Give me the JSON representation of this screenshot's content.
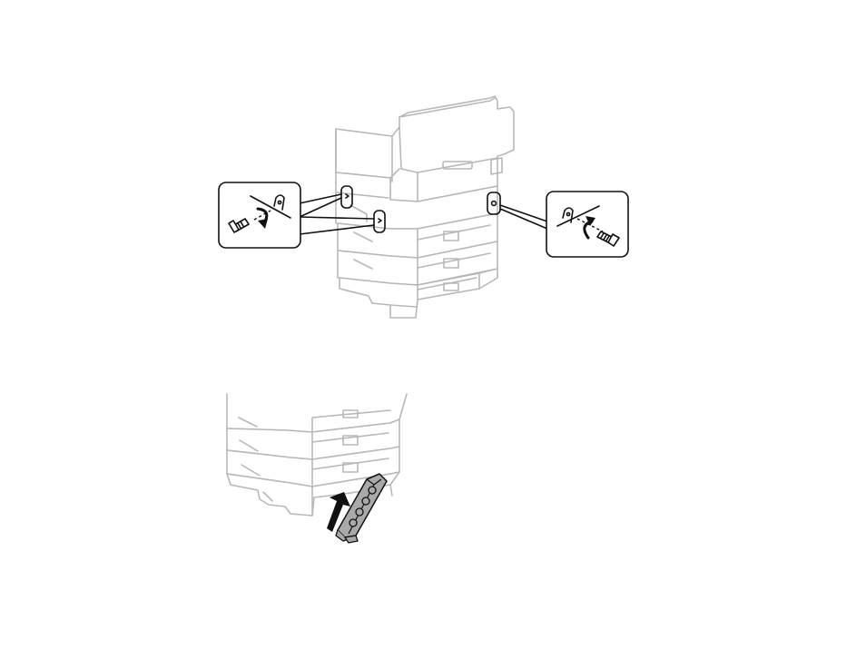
{
  "figures": [
    {
      "name": "rear-view-screw-removal",
      "callouts": [
        "left-screw-detail",
        "right-screw-detail"
      ]
    },
    {
      "name": "rear-bracket-attachment"
    }
  ],
  "colors": {
    "line_art": "#b8b8b8",
    "callout_ink": "#111111",
    "bracket_fill": "#a9a9a9",
    "background": "#ffffff"
  }
}
